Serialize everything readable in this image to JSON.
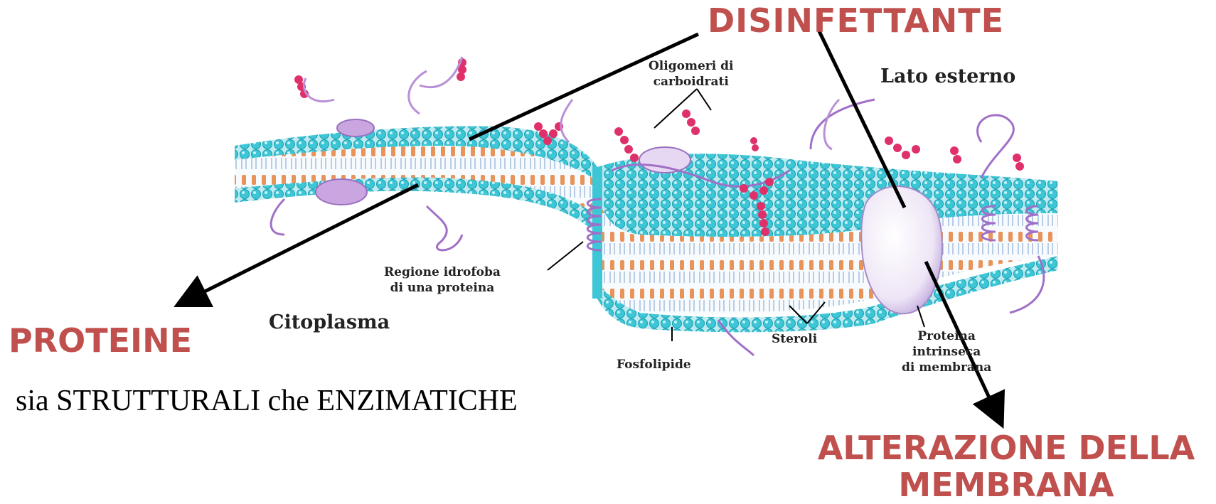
{
  "labels": {
    "disinfettante": "DISINFETTANTE",
    "proteine": "PROTEINE",
    "subtitle": "sia  STRUTTURALI che ENZIMATICHE",
    "alterazione": "ALTERAZIONE DELLA MEMBRANA"
  },
  "diagram": {
    "lato_esterno": "Lato esterno",
    "citoplasma": "Citoplasma",
    "oligomeri_line1": "Oligomeri di",
    "oligomeri_line2": "carboidrati",
    "regione_line1": "Regione idrofoba",
    "regione_line2": "di una proteina",
    "fosfolipide": "Fosfolipide",
    "steroli": "Steroli",
    "proteina_line1": "Proteina",
    "proteina_line2": "intrinseca",
    "proteina_line3": "di membrana"
  },
  "colors": {
    "accent_red": "#c0504d",
    "membrane_head": "#3cc6d6",
    "tail_orange": "#e8935a",
    "carbohydrate_pink": "#e0306a",
    "protein_lavender": "#c9a6e0"
  }
}
